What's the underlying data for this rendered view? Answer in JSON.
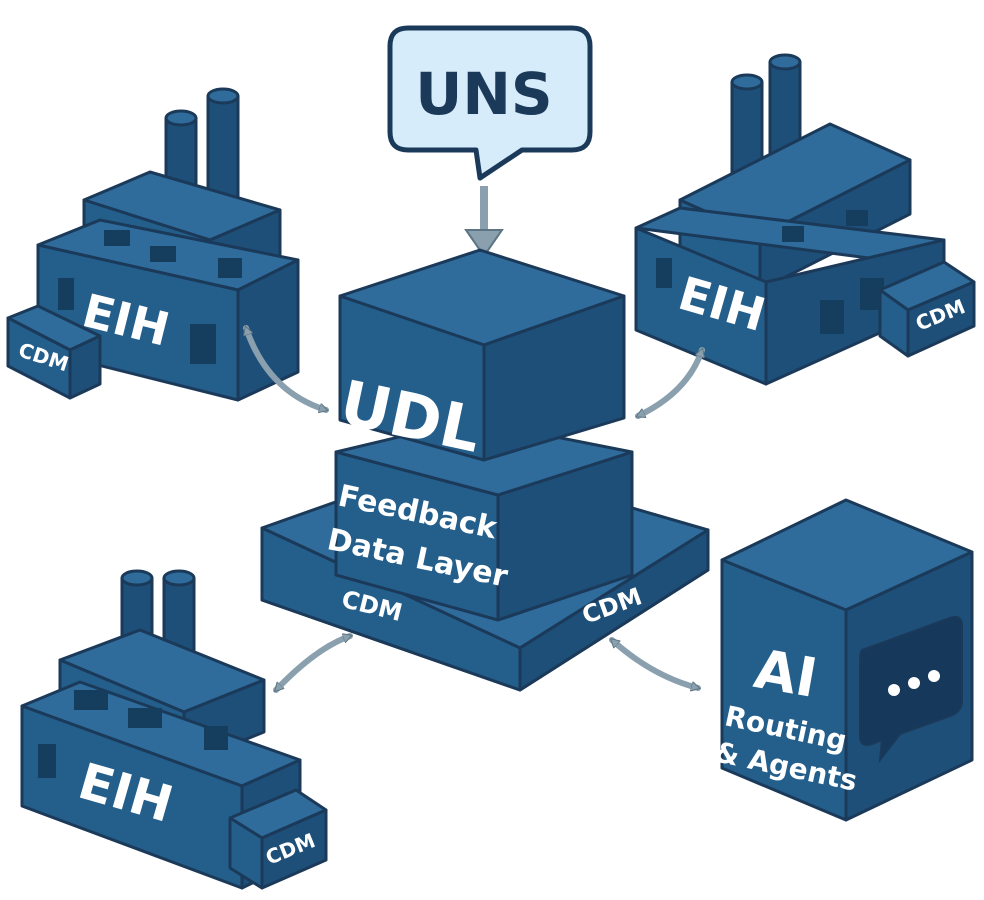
{
  "uns": {
    "label": "UNS"
  },
  "udl": {
    "label": "UDL"
  },
  "feedback": {
    "line1": "Feedback",
    "line2": "Data Layer"
  },
  "base_cdm_left": "CDM",
  "base_cdm_right": "CDM",
  "factories": [
    {
      "label": "EIH",
      "cdm": "CDM"
    },
    {
      "label": "EIH",
      "cdm": "CDM"
    },
    {
      "label": "EIH",
      "cdm": "CDM"
    }
  ],
  "ai": {
    "title": "AI",
    "line1": "Routing",
    "line2": "& Agents"
  },
  "colors": {
    "primary": "#245f8c",
    "top": "#2f6c9b",
    "side": "#1d4f78",
    "outline": "#1b3a5a",
    "bubble_fill": "#d6ecfb",
    "arrow": "#8aa0ae"
  }
}
